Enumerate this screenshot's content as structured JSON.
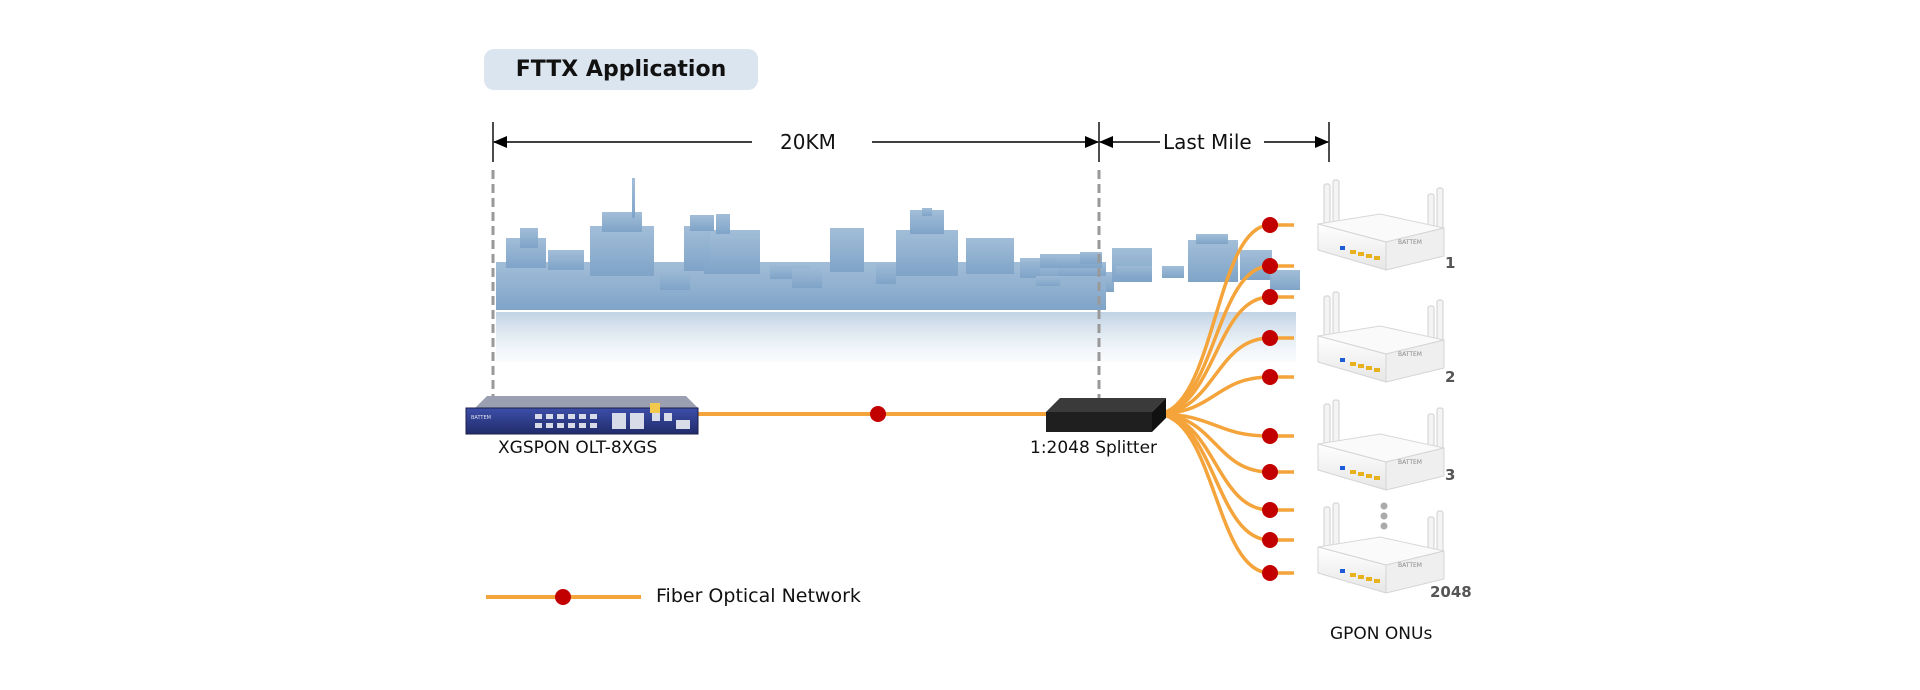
{
  "title": "FTTX Application",
  "distances": {
    "span": "20KM",
    "last_mile": "Last Mile"
  },
  "devices": {
    "olt": {
      "label": "XGSPON OLT-8XGS",
      "badge": "BATTEM"
    },
    "splitter": {
      "label": "1:2048 Splitter"
    },
    "onus": {
      "label": "GPON ONUs",
      "numbers": [
        "1",
        "2",
        "3",
        "2048"
      ],
      "brand": "BATTEM"
    }
  },
  "legend": {
    "label": "Fiber Optical Network"
  },
  "colors": {
    "fiber": "#f4a43a",
    "connector": "#c30000",
    "title_pill": "#dbe5ef",
    "olt_body": "#2e3d8f",
    "splitter_body": "#1f1f1f",
    "skyline": "#8fb0cf"
  }
}
